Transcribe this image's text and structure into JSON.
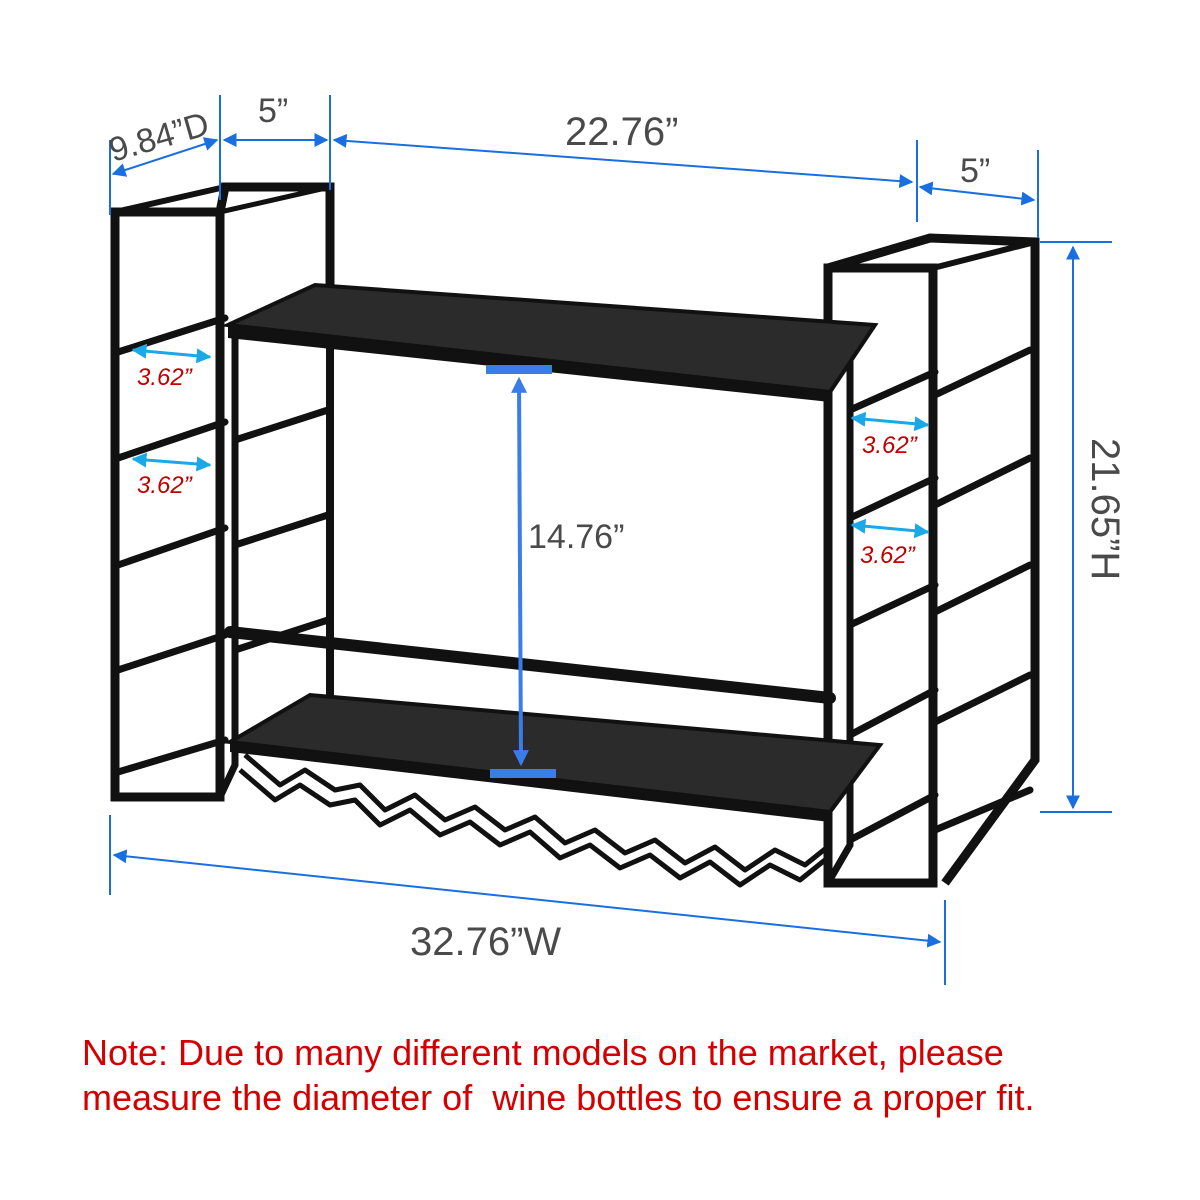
{
  "dimensions": {
    "depth": "9.84”D",
    "side_width_left": "5”",
    "center_width": "22.76”",
    "side_width_right": "5”",
    "height": "21.65”H",
    "shelf_gap": "14.76”",
    "total_width": "32.76”W",
    "bottle_spacing": [
      "3.62”",
      "3.62”",
      "3.62”",
      "3.62”"
    ]
  },
  "note": {
    "line1": "Note: Due to many different models on the market, please",
    "line2": "measure the diameter of  wine bottles to ensure a proper fit."
  },
  "colors": {
    "dimension_line": "#1a6fe0",
    "dimension_text": "#4a4a4a",
    "spacing_text": "#c00000",
    "note_text": "#d40000",
    "frame": "#111111",
    "shelf": "#2b2b2b",
    "gap_arrow": "#3b7de8"
  }
}
